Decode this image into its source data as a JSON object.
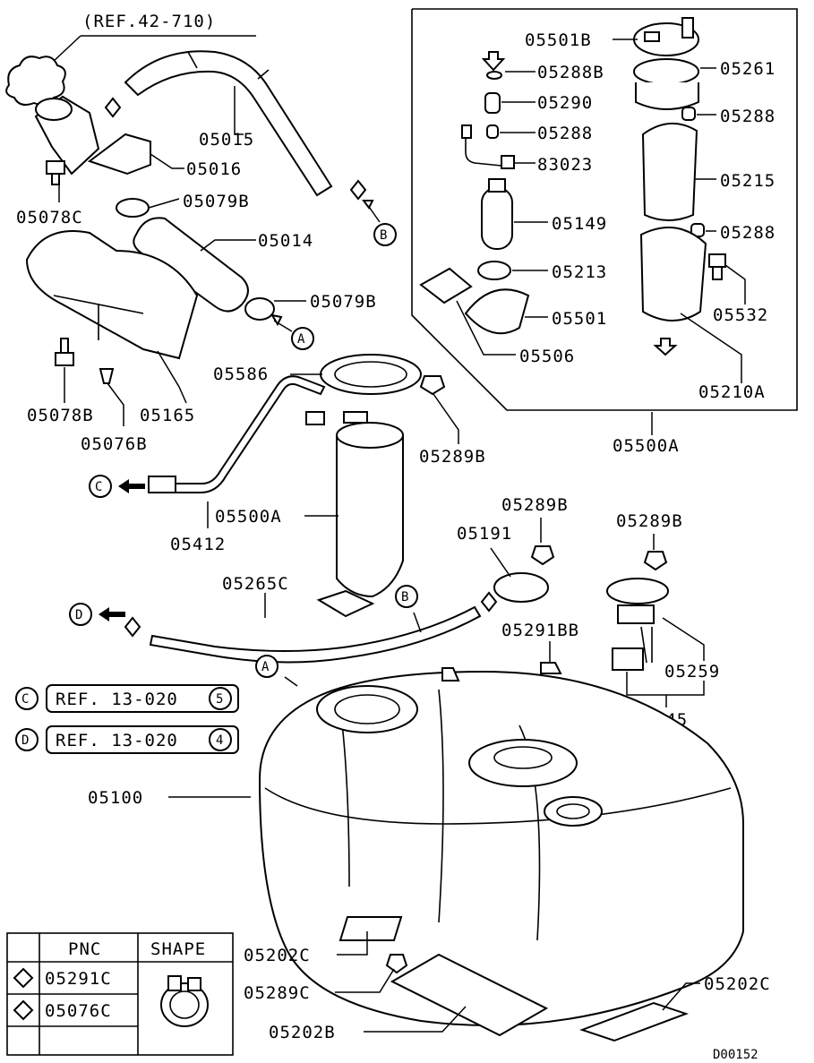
{
  "reference_top": "(REF.42-710)",
  "callouts": {
    "c05015": "05015",
    "c05016": "05016",
    "c05078C": "05078C",
    "c05079B_a": "05079B",
    "c05014": "05014",
    "c05079B_b": "05079B",
    "c05078B": "05078B",
    "c05165": "05165",
    "c05076B": "05076B",
    "c05586": "05586",
    "c05289B_a": "05289B",
    "c05500A_main": "05500A",
    "c05412": "05412",
    "c05265C": "05265C",
    "c05289B_b": "05289B",
    "c05191": "05191",
    "c05289B_c": "05289B",
    "c05291BB": "05291BB",
    "c05259": "05259",
    "c05145": "05145",
    "c05100": "05100",
    "c05202C_a": "05202C",
    "c05289C": "05289C",
    "c05202B": "05202B",
    "c05202C_b": "05202C",
    "c05500A_box": "05500A"
  },
  "inset": {
    "c05501B": "05501B",
    "c05288B": "05288B",
    "c05290": "05290",
    "c05288_a": "05288",
    "c83023": "83023",
    "c05149": "05149",
    "c05213": "05213",
    "c05501": "05501",
    "c05506": "05506",
    "c05261": "05261",
    "c05288_b": "05288",
    "c05215": "05215",
    "c05288_c": "05288",
    "c05532": "05532",
    "c05210A": "05210A"
  },
  "connectors": {
    "A": "A",
    "B": "B",
    "C": "C",
    "D": "D"
  },
  "references": [
    {
      "letter": "C",
      "text": "REF. 13-020",
      "num": "5"
    },
    {
      "letter": "D",
      "text": "REF. 13-020",
      "num": "4"
    }
  ],
  "table": {
    "header_pnc": "PNC",
    "header_shape": "SHAPE",
    "row1": "05291C",
    "row2": "05076C"
  },
  "drawing_code": "D00152"
}
